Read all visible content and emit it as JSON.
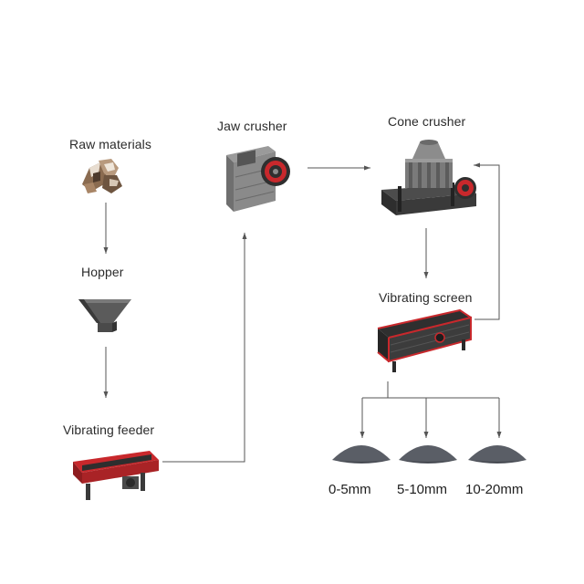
{
  "stages": {
    "raw_materials": "Raw materials",
    "hopper": "Hopper",
    "vibrating_feeder": "Vibrating feeder",
    "jaw_crusher": "Jaw crusher",
    "cone_crusher": "Cone crusher",
    "vibrating_screen": "Vibrating screen"
  },
  "products": [
    "0-5mm",
    "5-10mm",
    "10-20mm"
  ],
  "colors": {
    "line": "#555555",
    "machine_dark": "#3d3d3d",
    "machine_red": "#c8282c",
    "stockpile": "#5a5e66"
  }
}
